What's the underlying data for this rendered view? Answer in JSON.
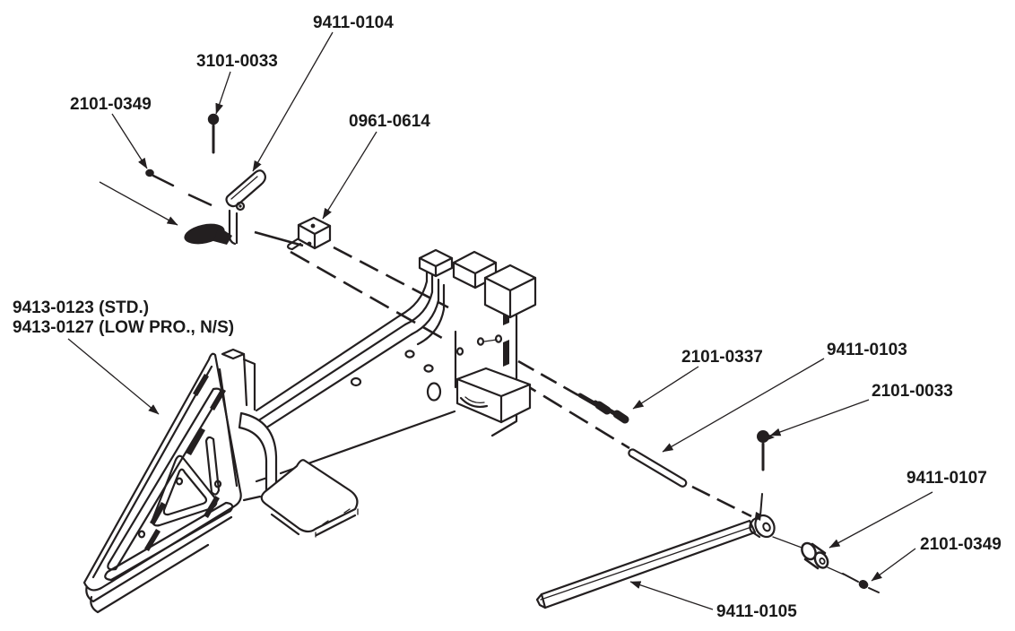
{
  "diagram": {
    "kind": "exploded-parts-diagram",
    "background": "#ffffff",
    "line_color": "#231f20",
    "text_color": "#1a1a1a"
  },
  "labels": [
    {
      "id": "9411-0104",
      "text": "9411-0104"
    },
    {
      "id": "3101-0033",
      "text": "3101-0033"
    },
    {
      "id": "2101-0349-upper",
      "text": "2101-0349"
    },
    {
      "id": "0961-0614",
      "text": "0961-0614"
    },
    {
      "id": "9413-0123",
      "text": "9413-0123 (STD.)"
    },
    {
      "id": "9413-0127",
      "text": "9413-0127 (LOW PRO., N/S)"
    },
    {
      "id": "2101-0337",
      "text": "2101-0337"
    },
    {
      "id": "9411-0103",
      "text": "9411-0103"
    },
    {
      "id": "2101-0033",
      "text": "2101-0033"
    },
    {
      "id": "9411-0107",
      "text": "9411-0107"
    },
    {
      "id": "2101-0349-lower",
      "text": "2101-0349"
    },
    {
      "id": "9411-0105",
      "text": "9411-0105"
    }
  ]
}
